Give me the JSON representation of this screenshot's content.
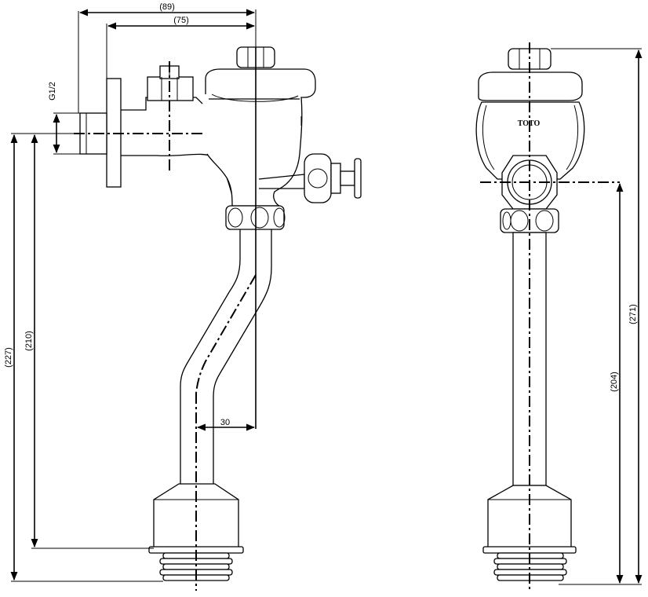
{
  "dimensions": {
    "d89": "(89)",
    "d75": "(75)",
    "thread": "G1/2",
    "d227": "(227)",
    "d210": "(210)",
    "d30": "30",
    "d271": "(271)",
    "d204": "(204)"
  },
  "brand": "TOTO"
}
